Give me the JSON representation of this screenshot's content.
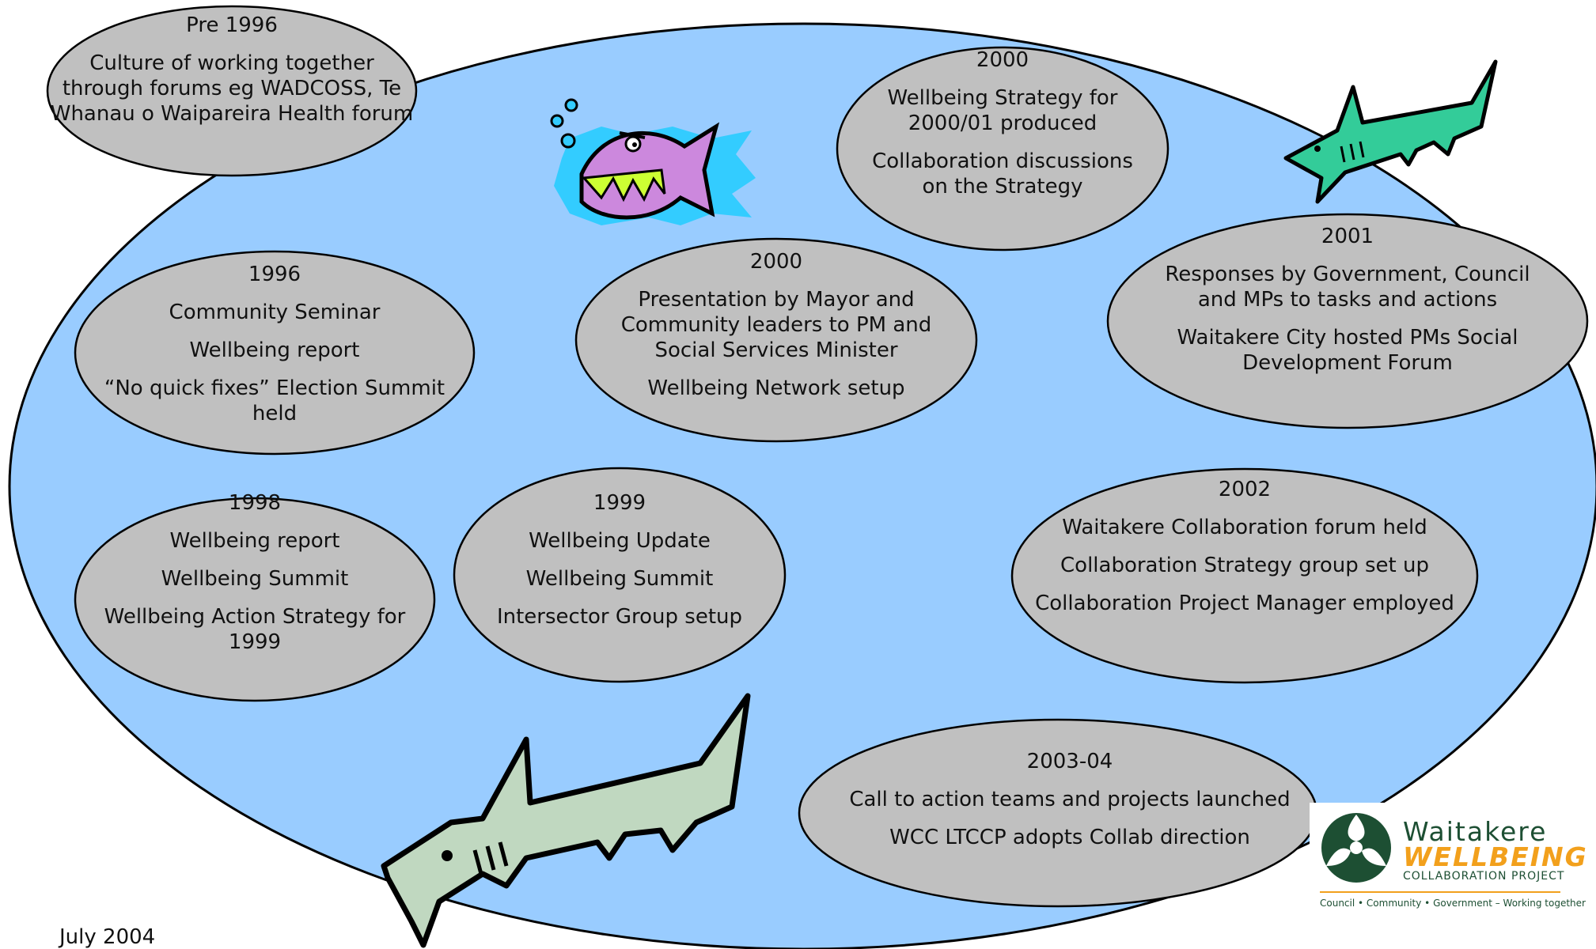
{
  "bubbles": [
    {
      "id": "pre1996",
      "year": "Pre 1996",
      "lines": [
        "Culture of working together through forums eg WADCOSS, Te Whanau o Waipareira Health forum"
      ]
    },
    {
      "id": "b1996",
      "year": "1996",
      "lines": [
        "Community Seminar",
        "Wellbeing report",
        "“No quick fixes” Election Summit held"
      ]
    },
    {
      "id": "b1998",
      "year": "1998",
      "lines": [
        "Wellbeing report",
        "Wellbeing Summit",
        "Wellbeing Action Strategy for 1999"
      ]
    },
    {
      "id": "b1999",
      "year": "1999",
      "lines": [
        "Wellbeing Update",
        "Wellbeing Summit",
        "Intersector Group setup"
      ]
    },
    {
      "id": "b2000a",
      "year": "2000",
      "lines": [
        "Presentation by Mayor and Community leaders to PM and Social Services Minister",
        "Wellbeing Network setup"
      ]
    },
    {
      "id": "b2000b",
      "year": "2000",
      "lines": [
        "Wellbeing Strategy for 2000/01 produced",
        "Collaboration discussions on the Strategy"
      ]
    },
    {
      "id": "b2001",
      "year": "2001",
      "lines": [
        "Responses by Government, Council and MPs to tasks and actions",
        "Waitakere City hosted PMs Social Development Forum"
      ]
    },
    {
      "id": "b2002",
      "year": "2002",
      "lines": [
        "Waitakere Collaboration forum held",
        "Collaboration Strategy group set up",
        "Collaboration Project Manager employed"
      ]
    },
    {
      "id": "b2003",
      "year": "2003-04",
      "lines": [
        "Call to action teams and projects launched",
        "WCC LTCCP adopts Collab direction"
      ]
    }
  ],
  "footer": {
    "date": "July 2004"
  },
  "logo": {
    "word1": "Waitakere",
    "word2": "WELLBEING",
    "word3": "COLLABORATION PROJECT",
    "tagline": "Council • Community • Government – Working together"
  },
  "colors": {
    "pond": "#99ccff",
    "bubble": "#c0c0c0",
    "outline": "#000000",
    "logo_green": "#1d4f33",
    "logo_orange": "#f2a01c"
  },
  "icons": [
    "piranha-fish-icon",
    "green-shark-icon",
    "grey-shark-icon",
    "wellbeing-logo-icon"
  ]
}
